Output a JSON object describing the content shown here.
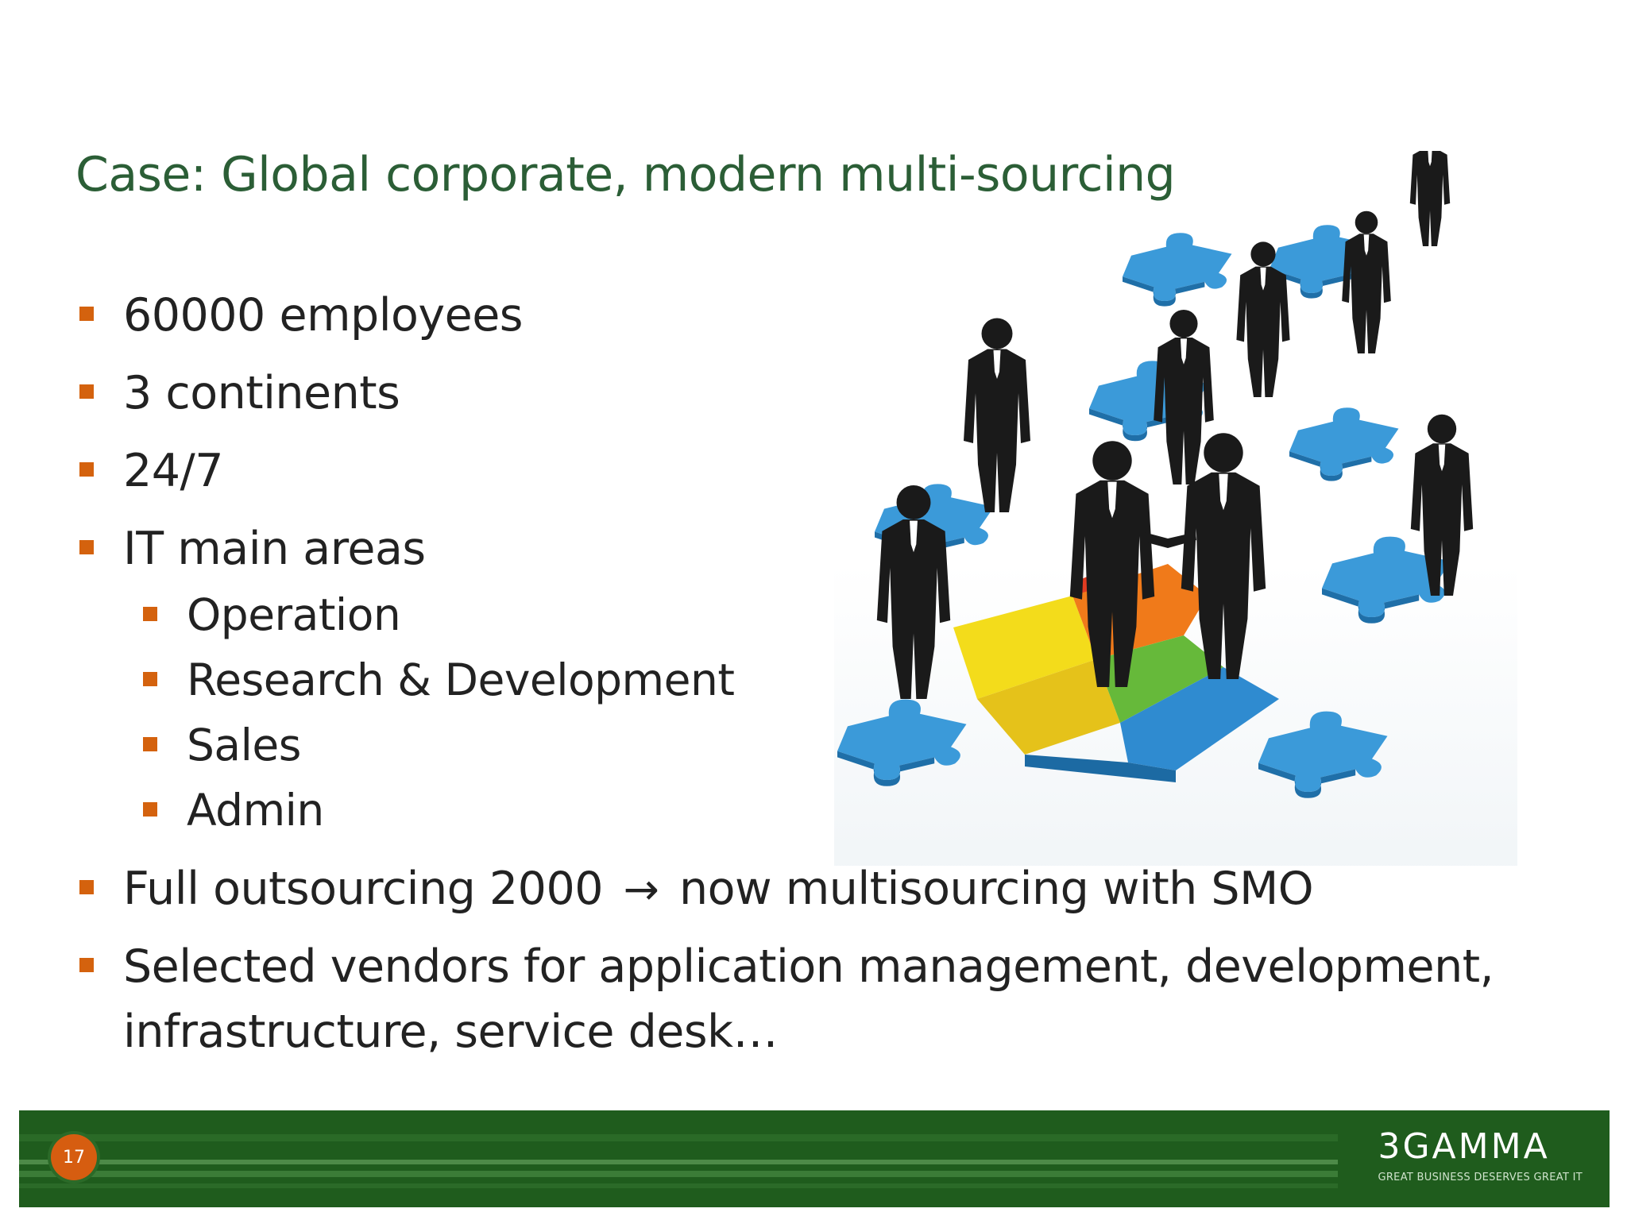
{
  "title": "Case: Global corporate, modern multi-sourcing",
  "bullets": {
    "employees": "60000 employees",
    "continents": "3 continents",
    "hours": "24/7",
    "it_areas": "IT main areas",
    "sub": {
      "operation": "Operation",
      "rnd": "Research & Development",
      "sales": "Sales",
      "admin": "Admin"
    },
    "outsourcing_before": "Full outsourcing 2000",
    "outsourcing_arrow": "→",
    "outsourcing_after": "now multisourcing with SMO",
    "vendors_line1": "Selected vendors for application management, development,",
    "vendors_line2": "infrastructure, service desk…"
  },
  "footer": {
    "page_number": "17",
    "logo_word": "3GAMMA",
    "logo_tagline": "GREAT BUSINESS DESERVES GREAT IT"
  },
  "colors": {
    "title": "#2b5e36",
    "bullet": "#d4620e",
    "footer": "#1f5c1d",
    "page_badge": "#d65d10"
  },
  "illustration": {
    "icon": "business-people-puzzle-illustration"
  }
}
